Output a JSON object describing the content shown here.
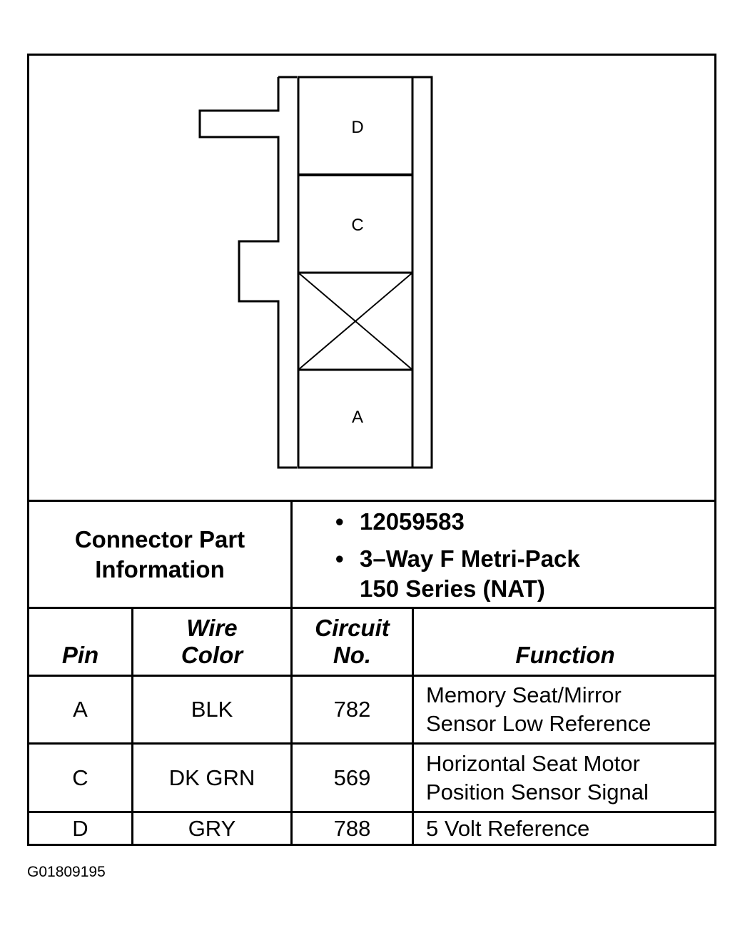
{
  "connector": {
    "cavities": [
      "D",
      "C",
      "",
      "A"
    ],
    "blocked_cavity_index": 2
  },
  "part_info": {
    "label_line1": "Connector Part",
    "label_line2": "Information",
    "items": [
      {
        "bullet": "•",
        "lines": [
          "12059583"
        ]
      },
      {
        "bullet": "•",
        "lines": [
          "3–Way F Metri-Pack",
          "150 Series (NAT)"
        ]
      }
    ]
  },
  "table": {
    "headers": {
      "pin": "Pin",
      "wire_color_1": "Wire",
      "wire_color_2": "Color",
      "circuit_1": "Circuit",
      "circuit_2": "No.",
      "function": "Function"
    },
    "rows": [
      {
        "pin": "A",
        "wire_color": "BLK",
        "circuit": "782",
        "function_1": "Memory Seat/Mirror",
        "function_2": "Sensor Low Reference"
      },
      {
        "pin": "C",
        "wire_color": "DK GRN",
        "circuit": "569",
        "function_1": "Horizontal Seat Motor",
        "function_2": "Position Sensor Signal"
      },
      {
        "pin": "D",
        "wire_color": "GRY",
        "circuit": "788",
        "function_1": "5 Volt Reference",
        "function_2": ""
      }
    ]
  },
  "figure_code": "G01809195"
}
